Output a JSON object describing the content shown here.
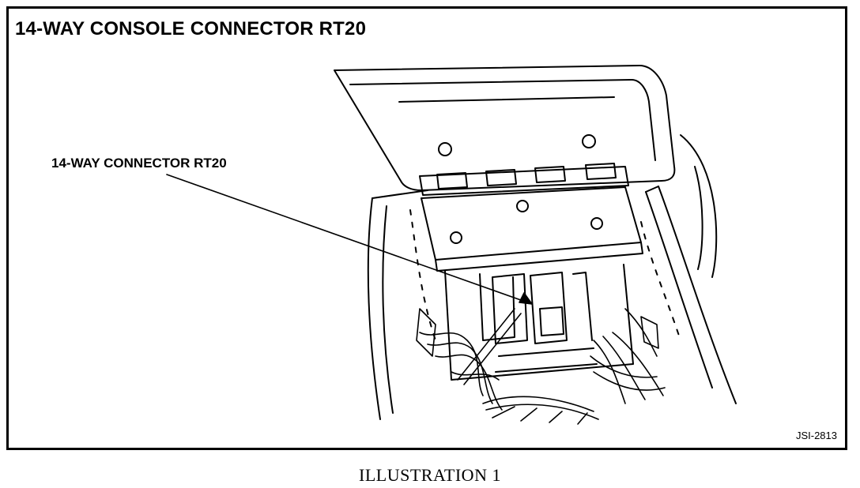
{
  "figure": {
    "title": "14-WAY CONSOLE CONNECTOR RT20",
    "callout_label": "14-WAY CONNECTOR RT20",
    "figure_code": "JSI-2813",
    "caption": "ILLUSTRATION 1"
  },
  "colors": {
    "ink": "#000000",
    "paper": "#ffffff"
  }
}
